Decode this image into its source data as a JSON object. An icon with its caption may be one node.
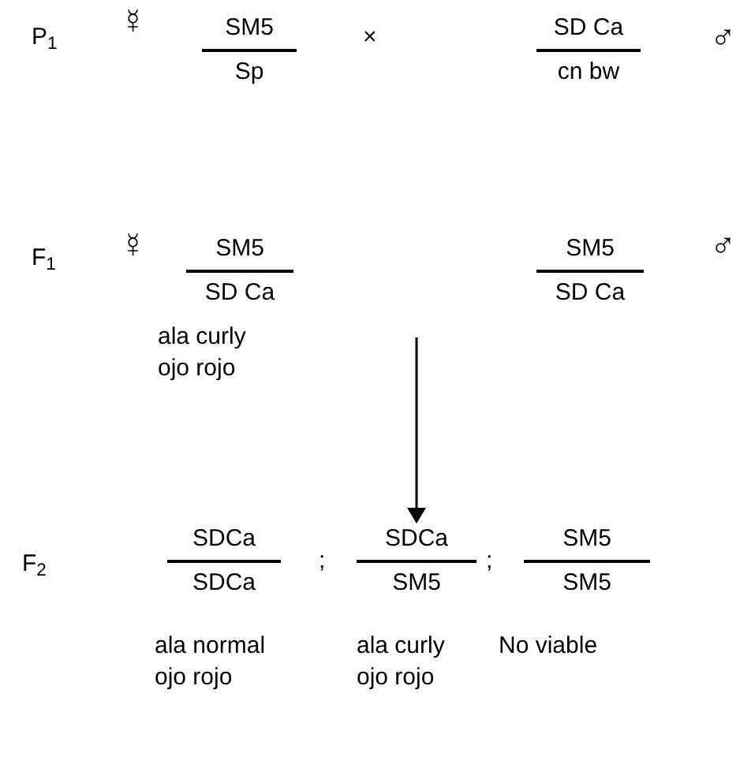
{
  "diagram": {
    "nodes": [
      {
        "text": [
          "SM5",
          "Sp"
        ]
      },
      {
        "text": [
          "SD Ca",
          "cn bw"
        ]
      },
      {
        "text": [
          "SM5",
          "SD Ca"
        ],
        "beside": [
          "ala curly ojo rojo"
        ]
      },
      {
        "text": [
          "SM5",
          "SD Ca"
        ]
      },
      {
        "text": [
          "SDCa",
          "SDCa"
        ],
        "beside": [
          "ala normal ojo rojo"
        ]
      },
      {
        "text": [
          "SDCa",
          "SM5"
        ],
        "beside": [
          "ala curly ojo rojo"
        ]
      },
      {
        "text": [
          "SM5",
          "SM5"
        ],
        "beside": [
          "No viable"
        ]
      }
    ],
    "edges": [
      {
        "from": null,
        "to": 5,
        "arrow": "to"
      }
    ],
    "labels": [
      "P$_{1}$",
      "☿",
      "×",
      "♂",
      "F$_{1}$",
      "☿",
      "♂",
      "F$_{2}$",
      ";",
      ";"
    ]
  }
}
